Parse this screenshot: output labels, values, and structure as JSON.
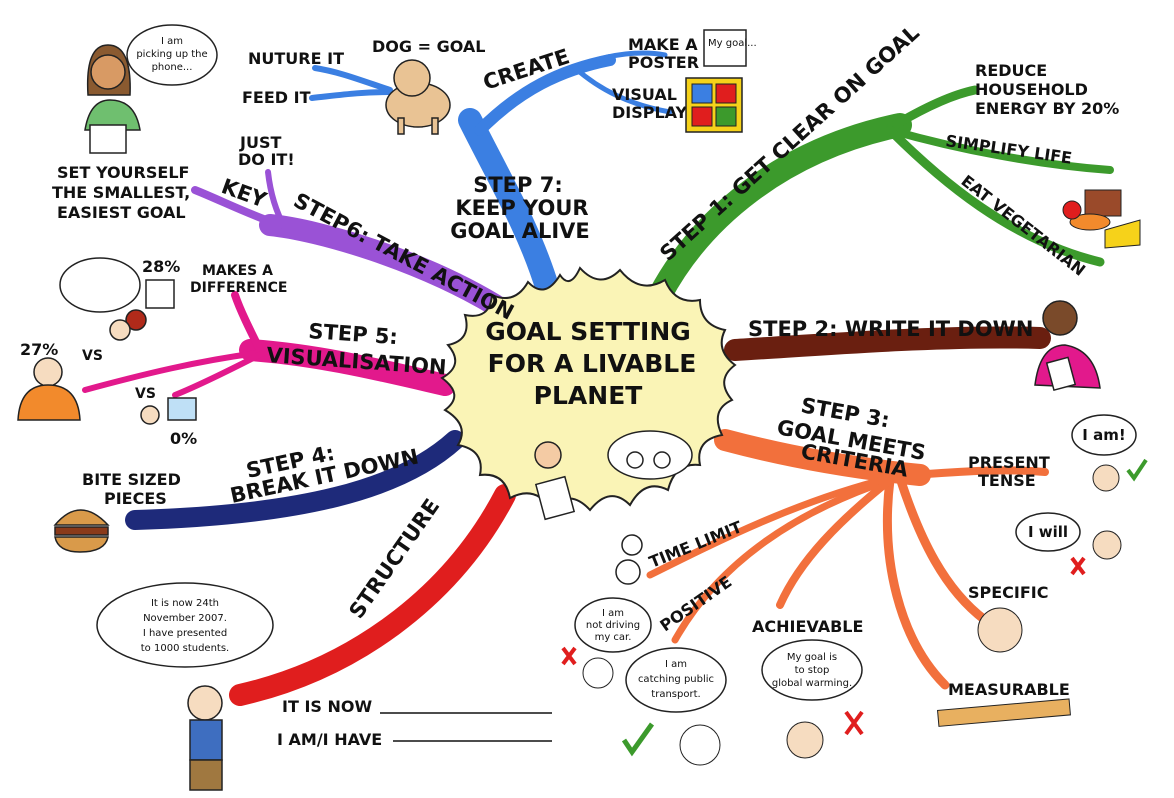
{
  "center": {
    "line1": "GOAL SETTING",
    "line2": "FOR A LIVABLE",
    "line3": "PLANET"
  },
  "colors": {
    "step1": "#3c9a2c",
    "step2": "#6a1f10",
    "step3": "#f2703c",
    "step4": "#1e2a7a",
    "structure": "#e01e1e",
    "step5": "#e2198c",
    "step6": "#9a52d6",
    "step7": "#3b7fe2",
    "center_fill": "#faf4b6"
  },
  "step7": {
    "label1": "STEP 7:",
    "label2": "KEEP YOUR",
    "label3": "GOAL ALIVE",
    "dog": "DOG = GOAL",
    "nuture": "NUTURE IT",
    "feed": "FEED IT",
    "create": "CREATE",
    "poster1": "MAKE A",
    "poster2": "POSTER",
    "poster_note": "My goal...",
    "visual1": "VISUAL",
    "visual2": "DISPLAY"
  },
  "step1": {
    "label": "STEP 1: GET CLEAR ON GOAL",
    "reduce1": "REDUCE",
    "reduce2": "HOUSEHOLD",
    "reduce3": "ENERGY BY 20%",
    "simplify": "SIMPLIFY LIFE",
    "vegetarian": "EAT VEGETARIAN"
  },
  "step2": {
    "label": "STEP 2: WRITE IT DOWN"
  },
  "step3": {
    "label1": "STEP 3:",
    "label2": "GOAL MEETS",
    "label3": "CRITERIA",
    "present1": "PRESENT",
    "present2": "TENSE",
    "bubble_am": "I am!",
    "bubble_will": "I will",
    "specific": "SPECIFIC",
    "measurable": "MEASURABLE",
    "achievable": "ACHIEVABLE",
    "achievable_bubble": [
      "My goal is",
      "to stop",
      "global warming."
    ],
    "positive": "POSITIVE",
    "positive_bad": [
      "I am",
      "not driving",
      "my car."
    ],
    "positive_good": [
      "I am",
      "catching public",
      "transport."
    ],
    "time_limit": "TIME LIMIT"
  },
  "step4": {
    "label1": "STEP 4:",
    "label2": "BREAK IT DOWN",
    "bite1": "BITE SIZED",
    "bite2": "PIECES"
  },
  "structure": {
    "label": "STRUCTURE",
    "bubble": [
      "It is now 24th",
      "November 2007.",
      "I have presented",
      "to 1000 students."
    ],
    "it_is_now": "IT IS NOW",
    "i_am": "I AM/I HAVE"
  },
  "step5": {
    "label1": "STEP 5:",
    "label2": "VISUALISATION",
    "makes1": "MAKES A",
    "makes2": "DIFFERENCE",
    "pct28": "28%",
    "pct27": "27%",
    "vs1": "VS",
    "vs2": "VS",
    "pct0": "0%"
  },
  "step6": {
    "label": "STEP6: TAKE ACTION",
    "key": "KEY",
    "just1": "JUST",
    "just2": "DO IT!",
    "set1": "SET YOURSELF",
    "set2": "THE SMALLEST,",
    "set3": "EASIEST GOAL",
    "phone_bubble": [
      "I am",
      "picking up the",
      "phone..."
    ]
  }
}
